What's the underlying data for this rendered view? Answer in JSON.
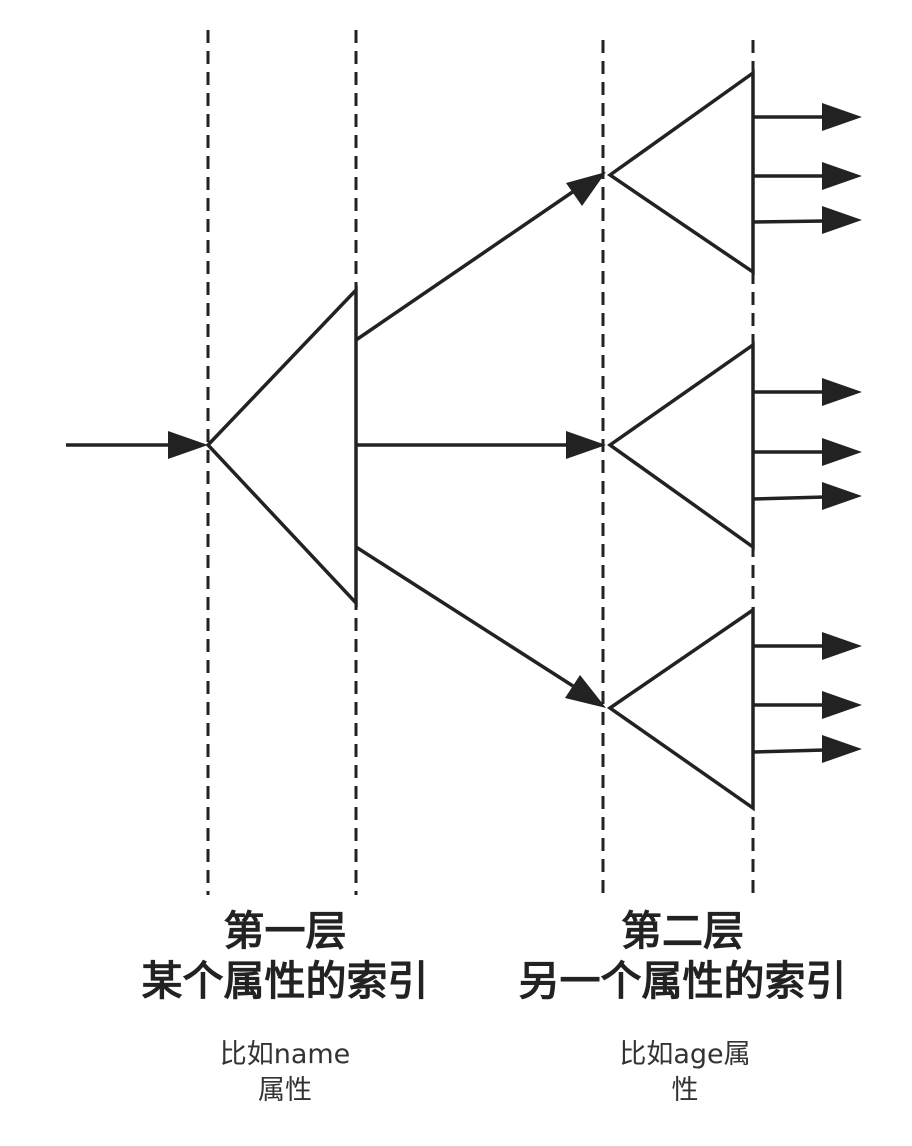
{
  "layer1": {
    "title_line1": "第一层",
    "title_line2": "某个属性的索引",
    "note_line1": "比如name",
    "note_line2": "属性"
  },
  "layer2": {
    "title_line1": "第二层",
    "title_line2": "另一个属性的索引",
    "note_line1": "比如age属",
    "note_line2": "性"
  }
}
